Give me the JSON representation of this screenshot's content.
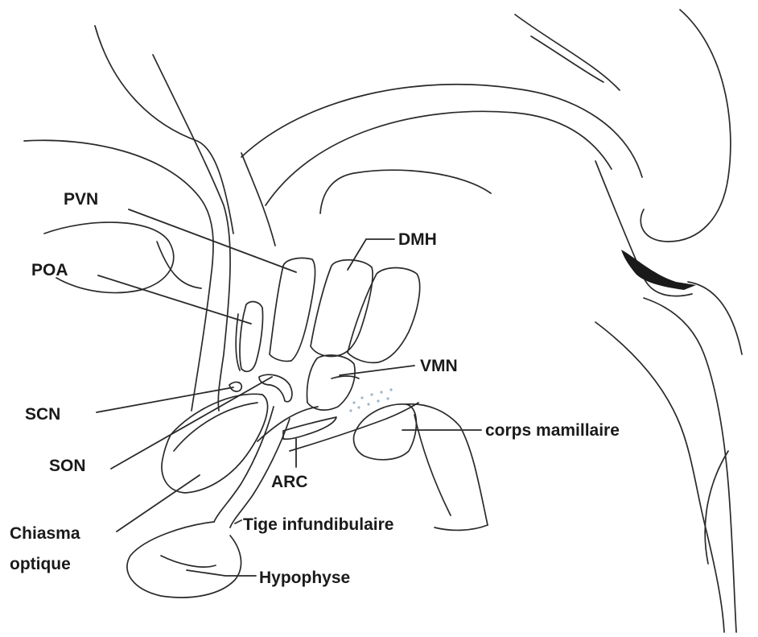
{
  "diagram": {
    "labels": {
      "pvn": "PVN",
      "poa": "POA",
      "dmh": "DMH",
      "vmn": "VMN",
      "scn": "SCN",
      "son": "SON",
      "arc": "ARC",
      "corps_mamillaire": "corps mamillaire",
      "chiasma_line1": "Chiasma",
      "chiasma_line2": "optique",
      "tige": "Tige infundibulaire",
      "hypophyse": "Hypophyse"
    },
    "colors": {
      "line": "#2a2a2a",
      "text": "#1a1a1a",
      "background": "#ffffff",
      "dots": "#9fb4c8"
    }
  }
}
